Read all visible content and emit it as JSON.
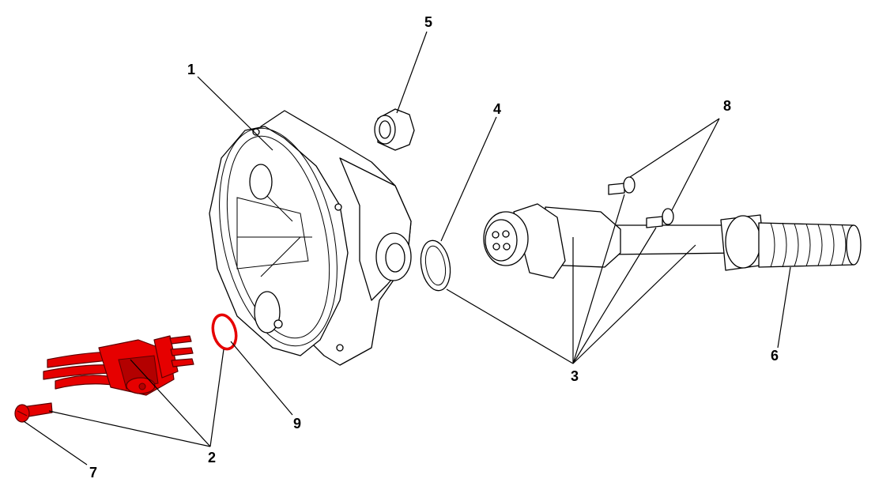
{
  "callouts": {
    "c1": "1",
    "c2": "2",
    "c3": "3",
    "c4": "4",
    "c5": "5",
    "c6": "6",
    "c7": "7",
    "c8": "8",
    "c9": "9"
  },
  "colors": {
    "highlight": "#e60000",
    "line": "#000000",
    "background": "#ffffff"
  }
}
